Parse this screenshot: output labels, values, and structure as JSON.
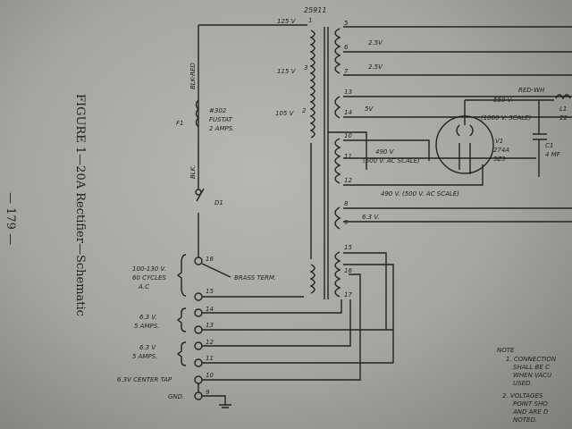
{
  "caption": "FIGURE 1—20A Rectifier—Schematic",
  "page_number": "— 179 —",
  "transformer_id": "25911",
  "primary": {
    "tap_125": "125 V",
    "tap_115": "115 V",
    "tap_105": "105 V",
    "pins": [
      "1",
      "3",
      "2"
    ]
  },
  "fuse": {
    "ref": "F1",
    "desc": [
      "#302",
      "FUSTAT",
      "2 AMPS."
    ],
    "wire_top": "BLK-RED",
    "wire_bottom": "BLK."
  },
  "switch": {
    "ref": "D1"
  },
  "secondaries": {
    "s1": {
      "pins": [
        "5",
        "6",
        "7"
      ],
      "v1": "2.5V",
      "v2": "2.5V"
    },
    "s2": {
      "pins": [
        "13",
        "14"
      ],
      "v": "5V"
    },
    "hv": {
      "pins": [
        "10",
        "11",
        "12"
      ],
      "v_top": "490 V",
      "scale_top": "(500 V. AC SCALE)",
      "v_bottom": "490 V. (500 V. AC SCALE)"
    },
    "s4": {
      "pins": [
        "8",
        "9"
      ],
      "v": "6.3 V."
    },
    "s5": {
      "pins": [
        "15",
        "16",
        "17"
      ]
    }
  },
  "tube": {
    "ref": "V1",
    "type1": "274A",
    "type2": "5Z3"
  },
  "dc_out": {
    "v": "550 V.",
    "scale": "(1000 V. SCALE)",
    "wire": "RED-WH"
  },
  "capacitor": {
    "ref": "C1",
    "value": "4 MF"
  },
  "choke": {
    "ref": "L1",
    "value": "22"
  },
  "terminals": {
    "input_label": [
      "100-130 V.",
      "60 CYCLES",
      "A.C"
    ],
    "brass": "BRASS TERM.",
    "fil1": [
      "6.3 V.",
      "5 AMPS."
    ],
    "fil2": [
      "6.3 V",
      "5 AMPS."
    ],
    "center_tap": "6.3V CENTER TAP",
    "gnd": "GND.",
    "numbers": [
      "16",
      "15",
      "14",
      "13",
      "12",
      "11",
      "10",
      "9"
    ]
  },
  "note": {
    "title": "NOTE",
    "lines": [
      "1. CONNECTION",
      "SHALL BE C",
      "WHEN VACU",
      "USED.",
      "2. VOLTAGES",
      "POINT SHO",
      "AND ARE D",
      "NOTED."
    ]
  }
}
